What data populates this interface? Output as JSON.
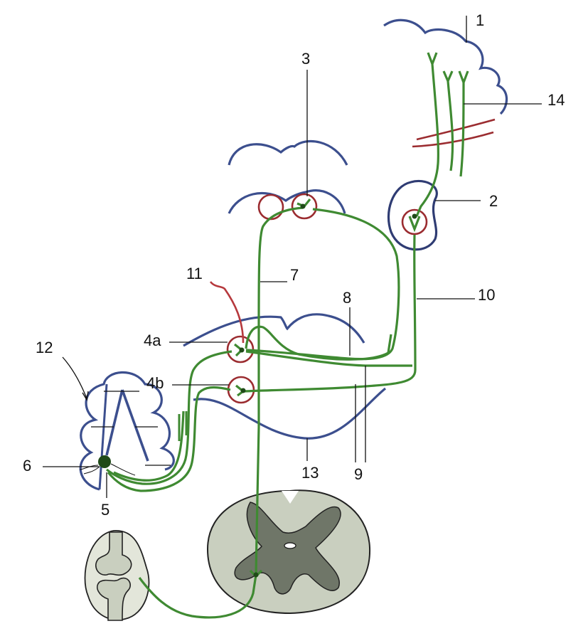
{
  "labels": {
    "l1": "1",
    "l2": "2",
    "l3": "3",
    "l4a": "4a",
    "l4b": "4b",
    "l5": "5",
    "l6": "6",
    "l7": "7",
    "l8": "8",
    "l9": "9",
    "l10": "10",
    "l11": "11",
    "l12": "12",
    "l13": "13",
    "l14": "14"
  },
  "colors": {
    "pathway_green": "#3f8a32",
    "outline_blue": "#3c4f8e",
    "nucleus_red": "#9b2c30",
    "cord_gray": "#c9cfbf",
    "cord_dark": "#6f7668",
    "joint_fill": "#e3e6da"
  }
}
